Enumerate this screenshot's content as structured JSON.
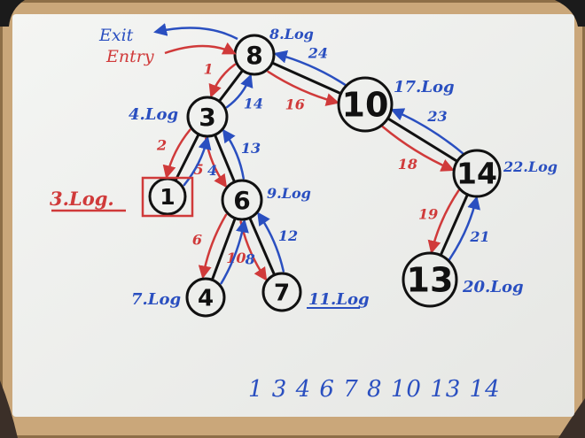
{
  "colors": {
    "board": "#eff0ee",
    "frame": "#caa77a",
    "ink_black": "#111111",
    "ink_red": "#d03a3a",
    "ink_blue": "#2a4fc0"
  },
  "tree": {
    "nodes": [
      {
        "id": "8",
        "label": "8",
        "log": "8.Log",
        "log_color": "blue"
      },
      {
        "id": "3",
        "label": "3",
        "log": "4.Log",
        "log_color": "blue"
      },
      {
        "id": "10",
        "label": "10",
        "log": "17.Log",
        "log_color": "blue"
      },
      {
        "id": "1",
        "label": "1",
        "log": "3.Log.",
        "log_color": "red"
      },
      {
        "id": "6",
        "label": "6",
        "log": "9.Log",
        "log_color": "blue"
      },
      {
        "id": "14",
        "label": "14",
        "log": "22.Log",
        "log_color": "blue"
      },
      {
        "id": "4",
        "label": "4",
        "log": "7.Log",
        "log_color": "blue"
      },
      {
        "id": "7",
        "label": "7",
        "log": "11.Log",
        "log_color": "blue"
      },
      {
        "id": "13",
        "label": "13",
        "log": "20.Log",
        "log_color": "blue"
      }
    ],
    "edges": [
      [
        "8",
        "3"
      ],
      [
        "8",
        "10"
      ],
      [
        "3",
        "1"
      ],
      [
        "3",
        "6"
      ],
      [
        "6",
        "4"
      ],
      [
        "6",
        "7"
      ],
      [
        "10",
        "14"
      ],
      [
        "14",
        "13"
      ]
    ]
  },
  "annotations": {
    "exit": "Exit",
    "entry": "Entry",
    "inorder_sequence": "1 3 4 6 7 8 10 13 14"
  },
  "steps": {
    "down_red": [
      {
        "label": "1",
        "from": "8",
        "to": "3"
      },
      {
        "label": "2",
        "from": "3",
        "to": "1"
      },
      {
        "label": "5",
        "from": "3",
        "to": "6"
      },
      {
        "label": "6",
        "from": "6",
        "to": "4"
      },
      {
        "label": "10",
        "from": "6",
        "to": "7"
      },
      {
        "label": "16",
        "from": "8",
        "to": "10"
      },
      {
        "label": "18",
        "from": "10",
        "to": "14"
      },
      {
        "label": "19",
        "from": "14",
        "to": "13"
      }
    ],
    "up_blue": [
      {
        "label": "4",
        "from": "1",
        "to": "3"
      },
      {
        "label": "8",
        "from": "4",
        "to": "6"
      },
      {
        "label": "12",
        "from": "7",
        "to": "6"
      },
      {
        "label": "13",
        "from": "6",
        "to": "3"
      },
      {
        "label": "14",
        "from": "3",
        "to": "8"
      },
      {
        "label": "21",
        "from": "13",
        "to": "14"
      },
      {
        "label": "23",
        "from": "14",
        "to": "10"
      },
      {
        "label": "24",
        "from": "10",
        "to": "8"
      }
    ]
  }
}
